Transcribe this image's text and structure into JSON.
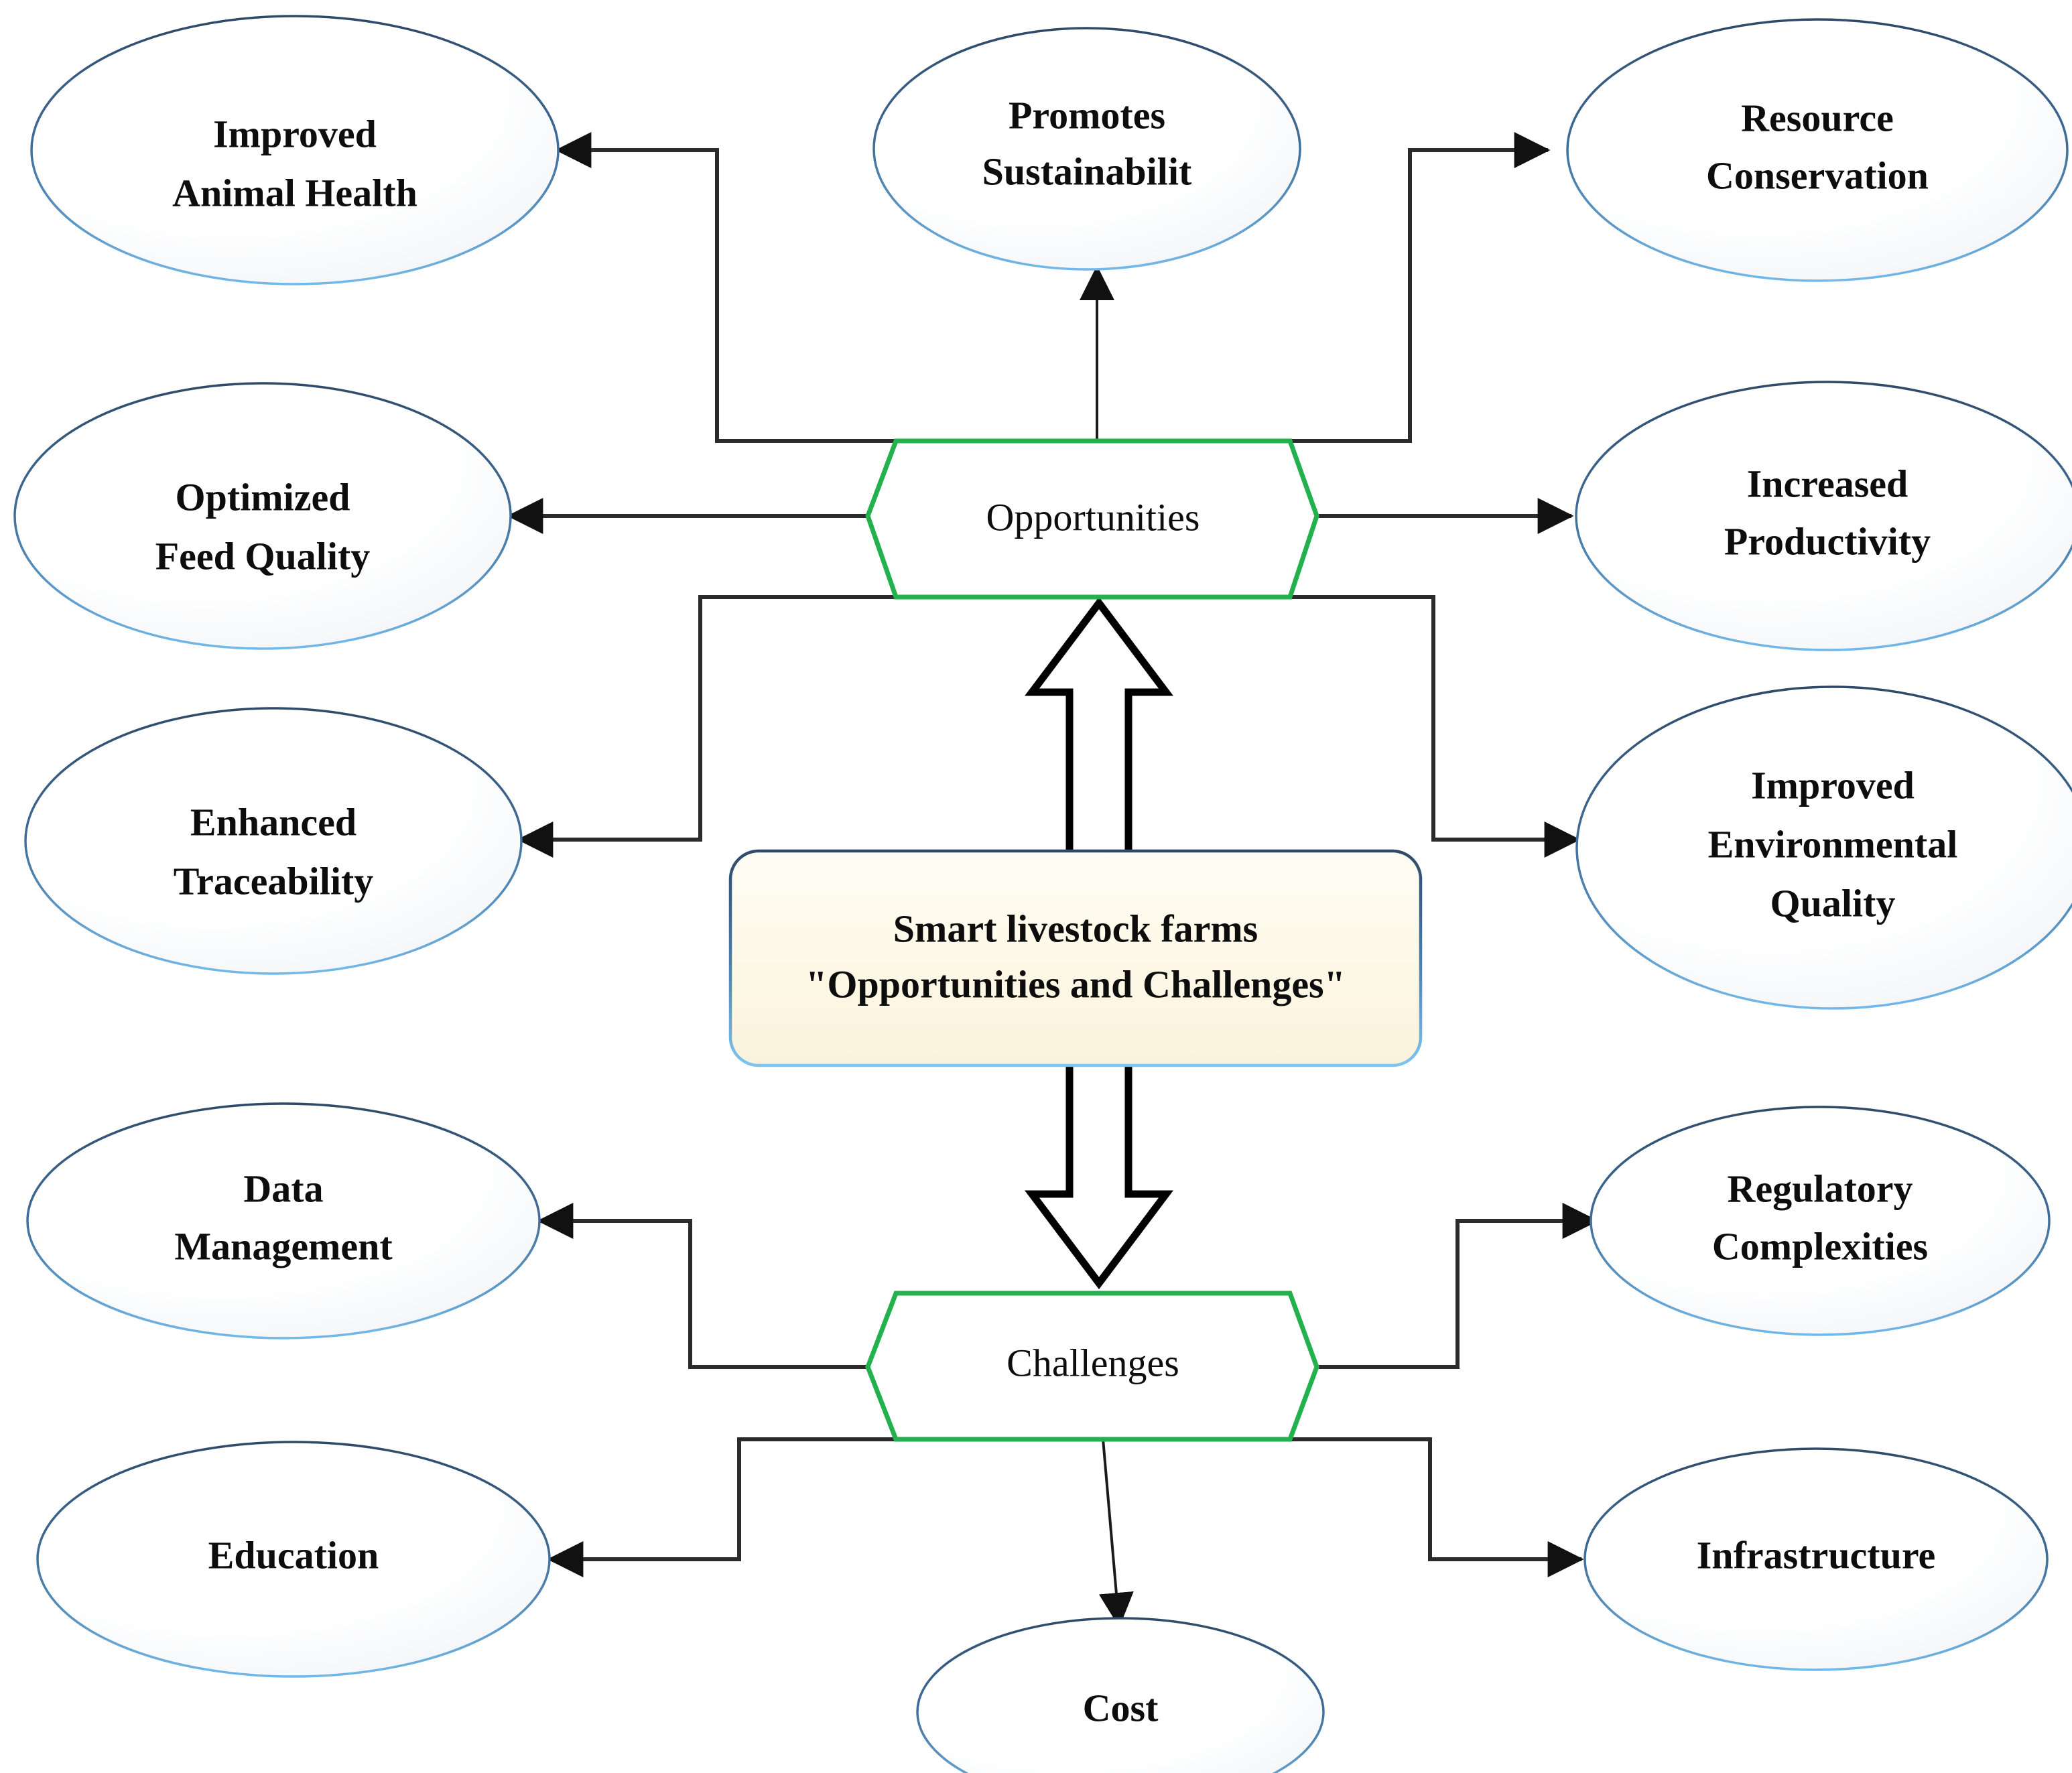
{
  "diagram": {
    "title": "Smart livestock farms \"Opportunities and Challenges\"",
    "center": {
      "line1": "Smart livestock farms",
      "line2": "\"Opportunities and Challenges\"",
      "fill": "#FDF8E6",
      "border": "#5B9BD5"
    },
    "branches": [
      {
        "id": "opportunities",
        "label": "Opportunities",
        "accent": "#22B14C"
      },
      {
        "id": "challenges",
        "label": "Challenges",
        "accent": "#22B14C"
      }
    ],
    "opportunity_nodes": [
      {
        "id": "improved-animal-health",
        "lines": [
          "Improved",
          "Animal Health"
        ],
        "side": "left"
      },
      {
        "id": "optimized-feed-quality",
        "lines": [
          "Optimized",
          "Feed Quality"
        ],
        "side": "left"
      },
      {
        "id": "enhanced-traceability",
        "lines": [
          "Enhanced",
          "Traceability"
        ],
        "side": "left"
      },
      {
        "id": "promotes-sustainability",
        "lines": [
          "Promotes",
          "Sustainabilit"
        ],
        "side": "top"
      },
      {
        "id": "resource-conservation",
        "lines": [
          "Resource",
          "Conservation"
        ],
        "side": "right"
      },
      {
        "id": "increased-productivity",
        "lines": [
          "Increased",
          "Productivity"
        ],
        "side": "right"
      },
      {
        "id": "improved-environmental-quality",
        "lines": [
          "Improved",
          "Environmental",
          "Quality"
        ],
        "side": "right"
      }
    ],
    "challenge_nodes": [
      {
        "id": "data-management",
        "lines": [
          "Data",
          "Management"
        ],
        "side": "left"
      },
      {
        "id": "education",
        "lines": [
          "Education"
        ],
        "side": "left"
      },
      {
        "id": "cost",
        "lines": [
          "Cost"
        ],
        "side": "bottom"
      },
      {
        "id": "regulatory-complexities",
        "lines": [
          "Regulatory",
          "Complexities"
        ],
        "side": "right"
      },
      {
        "id": "infrastructure",
        "lines": [
          "Infrastructure"
        ],
        "side": "right"
      }
    ],
    "colors": {
      "ellipse_fill": "#FFFFFF",
      "ellipse_stroke": "#4F81BD",
      "hex_stroke": "#22B14C",
      "connector": "#2B2B2B",
      "text": "#0D0D0D",
      "background": "#FFFFFF"
    }
  }
}
